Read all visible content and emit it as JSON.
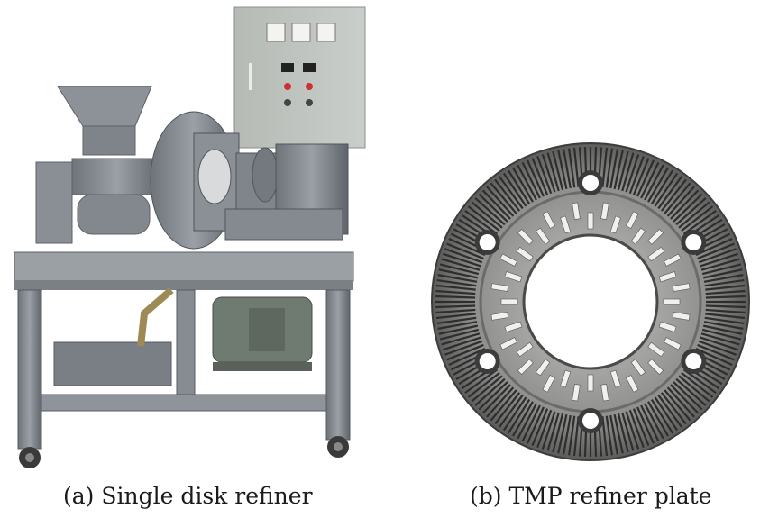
{
  "figure": {
    "panels": [
      {
        "id": "a",
        "caption": "(a) Single disk refiner",
        "subject": "single-disk-refiner-photo"
      },
      {
        "id": "b",
        "caption": "(b) TMP refiner plate",
        "subject": "tmp-refiner-plate-photo"
      }
    ]
  }
}
